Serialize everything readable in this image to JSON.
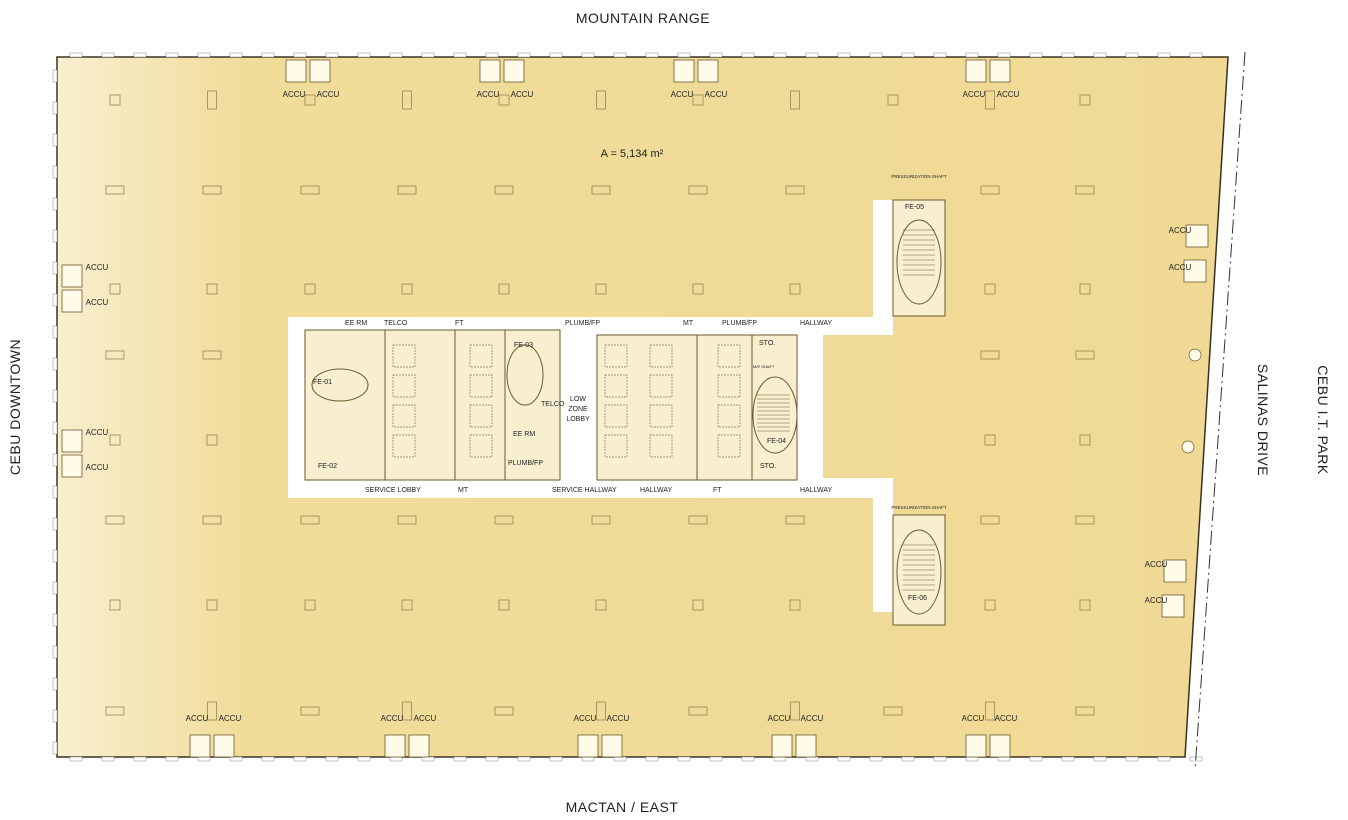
{
  "orientation": {
    "north": "MOUNTAIN RANGE",
    "south": "MACTAN / EAST",
    "west": "CEBU DOWNTOWN",
    "east_street": "SALINAS DRIVE",
    "east": "CEBU I.T. PARK"
  },
  "area_label": "A = 5,134 m²",
  "accu_label": "ACCU",
  "core": {
    "rooms": {
      "ee_rm_1": "EE RM",
      "telco_1": "TELCO",
      "ft_1": "FT",
      "plumb_1": "PLUMB/FP",
      "mt_1": "MT",
      "plumb_2": "PLUMB/FP",
      "hallway_1": "HALLWAY",
      "fe01": "FE-01",
      "fe02": "FE-02",
      "fe03": "FE-03",
      "fe04": "FE-04",
      "fe05": "FE-05",
      "fe06": "FE-06",
      "telco_2": "TELCO",
      "ee_rm_2": "EE RM",
      "plumb_3": "PLUMB/FP",
      "low_zone_1": "LOW",
      "low_zone_2": "ZONE",
      "low_zone_3": "LOBBY",
      "service_lobby": "SERVICE LOBBY",
      "mt_2": "MT",
      "service_hallway": "SERVICE HALLWAY",
      "ft_2": "FT",
      "hallway_2": "HALLWAY",
      "hallway_3": "HALLWAY",
      "sto_1": "STO.",
      "sto_2": "STO.",
      "me_shaft": "M/E SHAFT",
      "pressurization_1": "PRESSURIZATION SHAFT",
      "pressurization_2": "PRESSURIZATION SHAFT"
    }
  },
  "colors": {
    "floor": "#f1dc9a",
    "floor_light": "#f8efcf",
    "core": "#ffffff",
    "wall": "#6b5a30"
  }
}
